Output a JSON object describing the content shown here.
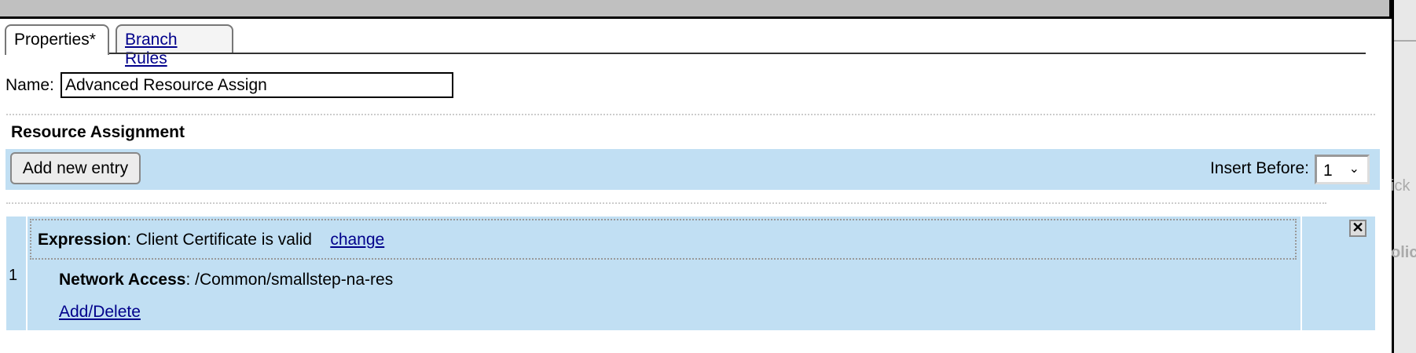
{
  "tabs": [
    {
      "label": "Properties*",
      "active": true
    },
    {
      "label": "Branch Rules",
      "active": false
    }
  ],
  "name": {
    "label": "Name:",
    "value": "Advanced Resource Assign"
  },
  "resource_assignment": {
    "heading": "Resource Assignment",
    "add_button": "Add new entry",
    "insert_before_label": "Insert Before:",
    "insert_before_value": "1",
    "entries": [
      {
        "number": "1",
        "expression_label": "Expression",
        "expression_value": ": Client Certificate is valid",
        "change_link": "change",
        "network_access_label": "Network Access",
        "network_access_value": ": /Common/smallstep-na-res",
        "add_delete_link": "Add/Delete"
      }
    ]
  },
  "background_fragments": [
    "ick",
    "olic"
  ],
  "colors": {
    "band": "#c1dff3",
    "link": "#00008b",
    "titlebar": "#c0c0c0"
  }
}
